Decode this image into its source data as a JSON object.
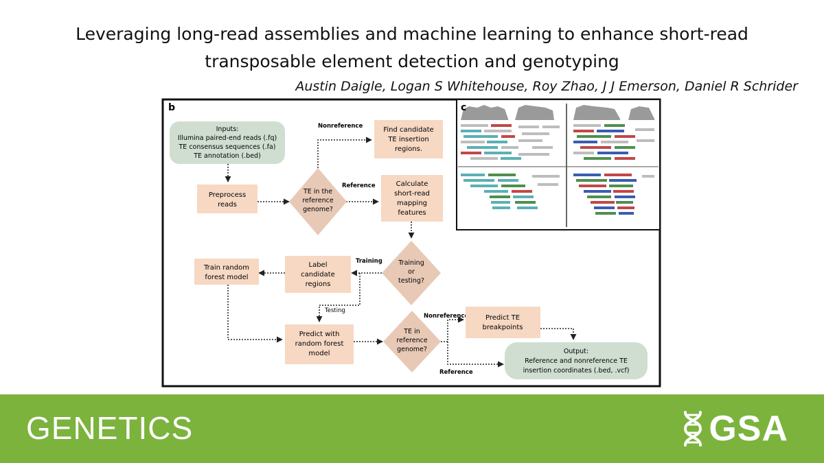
{
  "paper": {
    "title_line1": "Leveraging long-read assemblies and machine learning to enhance short-read",
    "title_line2": "transposable element detection and genotyping",
    "authors": "Austin Daigle, Logan S Whitehouse, Roy Zhao, J J Emerson, Daniel R Schrider"
  },
  "figure": {
    "panel_b_label": "b",
    "panel_c_label": "c",
    "nodes": {
      "inputs": [
        "Inputs:",
        "Illumina paired-end reads (.fq)",
        "TE consensus sequences (.fa)",
        "TE annotation (.bed)"
      ],
      "preprocess": [
        "Preprocess",
        "reads"
      ],
      "te_in_reference": [
        "TE in the",
        "reference",
        "genome?"
      ],
      "find_candidate": [
        "Find candidate",
        "TE insertion",
        "regions."
      ],
      "calculate": [
        "Calculate",
        "short-read",
        "mapping",
        "features"
      ],
      "training_testing": [
        "Training",
        "or",
        "testing?"
      ],
      "label_candidate": [
        "Label",
        "candidate",
        "regions"
      ],
      "train_rf": [
        "Train random",
        "forest model"
      ],
      "predict_rf": [
        "Predict with",
        "random forest",
        "model"
      ],
      "te_in_ref2": [
        "TE in",
        "reference",
        "genome?"
      ],
      "predict_breakpoints": [
        "Predict TE",
        "breakpoints"
      ],
      "output": [
        "Output:",
        "Reference and nonreference TE",
        "insertion coordinates (.bed, .vcf)"
      ]
    },
    "edge_labels": {
      "nonreference_top": "Nonreference",
      "reference_mid": "Reference",
      "training": "Training",
      "testing": "Testing",
      "nonreference_bottom": "Nonreference",
      "reference_bottom": "Reference"
    }
  },
  "footer": {
    "journal": "GENETICS",
    "society": "GSA"
  },
  "colors": {
    "box_fill": "#f6d8c3",
    "input_fill": "#cfded1",
    "footer_green": "#7bb33d"
  }
}
